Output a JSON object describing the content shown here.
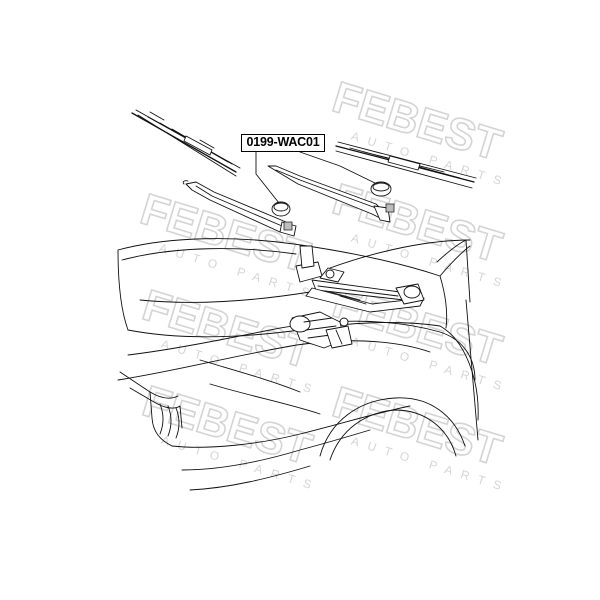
{
  "part_label": "0199-WAC01",
  "watermark": {
    "brand": "FEBEST",
    "tagline": "AUTO PARTS"
  },
  "colors": {
    "line": "#111111",
    "watermark": "#d4d4d4",
    "background": "#ffffff"
  }
}
